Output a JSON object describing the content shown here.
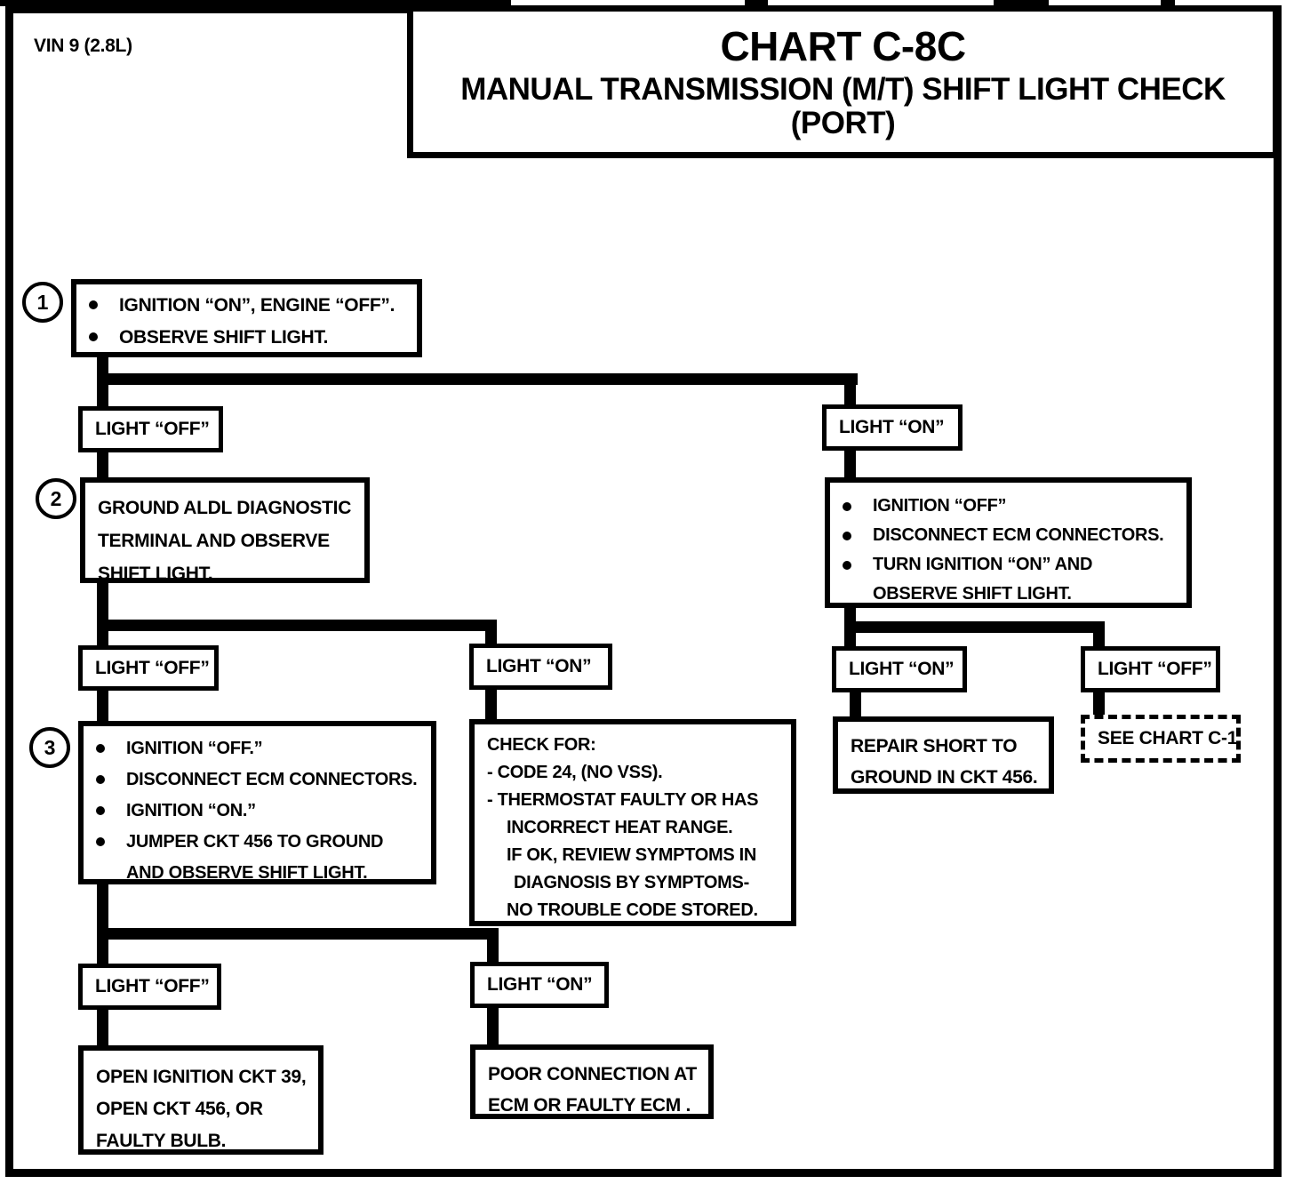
{
  "meta": {
    "vin_label": "VIN 9 (2.8L)"
  },
  "title": {
    "line1": "CHART C-8C",
    "line2": "MANUAL TRANSMISSION (M/T) SHIFT LIGHT CHECK",
    "line3": "(PORT)"
  },
  "steps": {
    "step1": {
      "number": "1",
      "bullets": [
        "IGNITION “ON”, ENGINE “OFF”.",
        "OBSERVE SHIFT LIGHT."
      ]
    },
    "step2": {
      "number": "2",
      "lines": [
        "GROUND ALDL DIAGNOSTIC",
        "TERMINAL AND OBSERVE",
        "SHIFT LIGHT."
      ]
    },
    "step3": {
      "number": "3",
      "bullets": [
        "IGNITION “OFF.”",
        "DISCONNECT ECM CONNECTORS.",
        "IGNITION “ON.”",
        "JUMPER CKT 456 TO GROUND"
      ],
      "continuation": "AND OBSERVE SHIFT LIGHT."
    },
    "right_step": {
      "bullets": [
        "IGNITION “OFF”",
        "DISCONNECT ECM CONNECTORS.",
        "TURN IGNITION “ON” AND"
      ],
      "continuation": "OBSERVE SHIFT LIGHT."
    }
  },
  "branches": {
    "row1_left": "LIGHT “OFF”",
    "row1_right": "LIGHT “ON”",
    "row2_left": "LIGHT “OFF”",
    "row2_right": "LIGHT “ON”",
    "row2r_left": "LIGHT “ON”",
    "row2r_right": "LIGHT “OFF”",
    "row3_left": "LIGHT “OFF”",
    "row3_right": "LIGHT “ON”"
  },
  "check_box": {
    "lines": [
      "CHECK FOR:",
      "- CODE 24, (NO VSS).",
      "- THERMOSTAT FAULTY OR HAS",
      "INCORRECT HEAT RANGE.",
      "IF OK, REVIEW SYMPTOMS IN",
      "DIAGNOSIS BY SYMPTOMS-",
      "NO TROUBLE CODE STORED."
    ]
  },
  "outcomes": {
    "repair_short": {
      "lines": [
        "REPAIR SHORT TO",
        "GROUND IN CKT 456."
      ]
    },
    "see_chart": {
      "label": "SEE CHART C-1"
    },
    "open_ignition": {
      "lines": [
        "OPEN IGNITION CKT 39,",
        "OPEN CKT 456, OR",
        "FAULTY BULB."
      ]
    },
    "poor_connection": {
      "lines": [
        "POOR CONNECTION AT",
        "ECM OR FAULTY ECM ."
      ]
    }
  },
  "colors": {
    "ink": "#000000",
    "paper": "#ffffff"
  }
}
